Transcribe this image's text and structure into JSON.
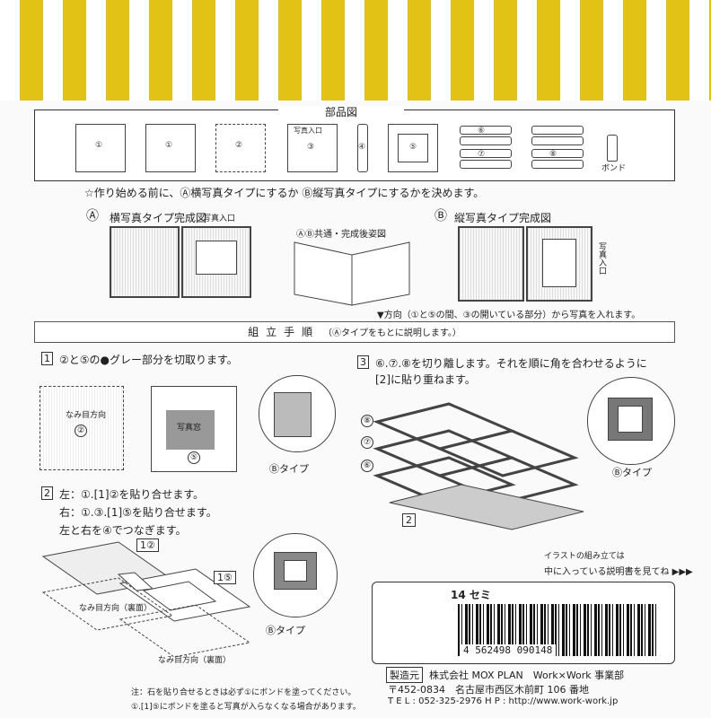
{
  "parts_diagram": {
    "title": "部品図",
    "parts": [
      "①",
      "①",
      "②",
      "③",
      "④",
      "⑤",
      "⑥",
      "⑦",
      "⑧"
    ],
    "photo_slot_label": "写真入口",
    "glue_label": "ボンド"
  },
  "intro_text": "☆作り始める前に、Ⓐ横写真タイプにするか Ⓑ縦写真タイプにするかを決めます。",
  "type_a": {
    "marker": "Ⓐ",
    "title": "横写真タイプ完成図",
    "photo_slot_label": "写真入口"
  },
  "common": {
    "title": "ⒶⒷ共通・完成後姿図"
  },
  "type_b": {
    "marker": "Ⓑ",
    "title": "縦写真タイプ完成図",
    "photo_slot_label": "写真入口"
  },
  "direction_note": "▼方向（①と⑤の間、③の開いている部分）から写真を入れます。",
  "assembly": {
    "title": "組立手順",
    "subtitle": "（Ⓐタイプをもとに説明します。）"
  },
  "step1": {
    "num": "1",
    "text": "②と⑤の●グレー部分を切取ります。",
    "grain_label": "なみ目方向",
    "photo_window_label": "写真窓",
    "type_b_label": "Ⓑタイプ",
    "part2": "②",
    "part5": "⑤"
  },
  "step2": {
    "num": "2",
    "line1": "左：①.[1]②を貼り合せます。",
    "line2": "右：①.③.[1]⑤を貼り合せます。",
    "line3": "左と右を④でつなぎます。",
    "label_12": "1②",
    "label_15": "1⑤",
    "grain_back_label": "なみ目方向（裏面）",
    "type_b_label": "Ⓑタイプ",
    "note1": "注：石を貼り合せるときは必ず①にボンドを塗ってください。",
    "note2": "①.[1]⑤にボンドを塗ると写真が入らなくなる場合があります。"
  },
  "step3": {
    "num": "3",
    "line1": "⑥.⑦.⑧を切り離します。それを順に角を合わせるように",
    "line2": "[2]に貼り重ねます。",
    "type_b_label": "Ⓑタイプ",
    "part_label": "2",
    "caption1": "イラストの組み立ては",
    "caption2": "中に入っている説明書を見てね ▶▶▶"
  },
  "product": {
    "code": "14 セミ",
    "barcode_number": "4 562498 090148",
    "maker_label": "製造元",
    "company": "株式会社 MOX PLAN　Work×Work 事業部",
    "address": "〒452-0834　名古屋市西区木前町 106 番地",
    "contact": "T E L : 052-325-2976  H P : http://www.work-work.jp"
  }
}
